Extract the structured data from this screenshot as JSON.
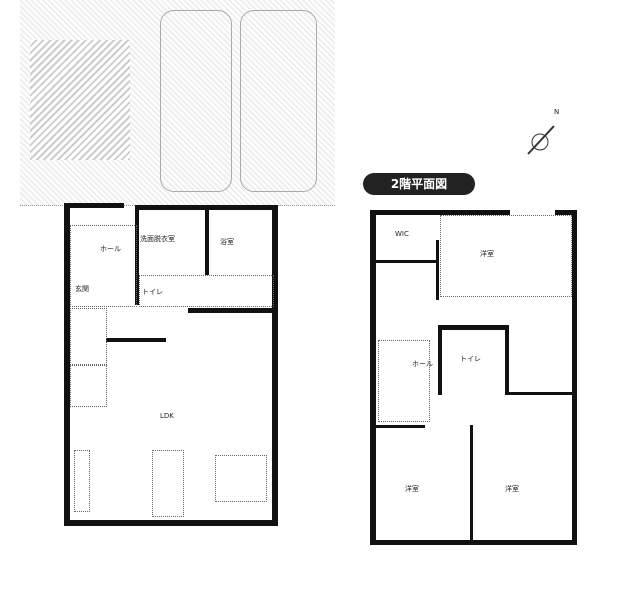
{
  "floor2": {
    "title": "2階平面図"
  },
  "floor1_rooms": [
    "玄関",
    "ホール",
    "洗面脱衣室",
    "浴室",
    "トイレ",
    "LDK"
  ],
  "floor2_rooms": [
    "WIC",
    "洋室",
    "トイレ",
    "ホール",
    "洋室",
    "洋室"
  ],
  "compass": {
    "label": "N",
    "icon": "compass-icon"
  }
}
